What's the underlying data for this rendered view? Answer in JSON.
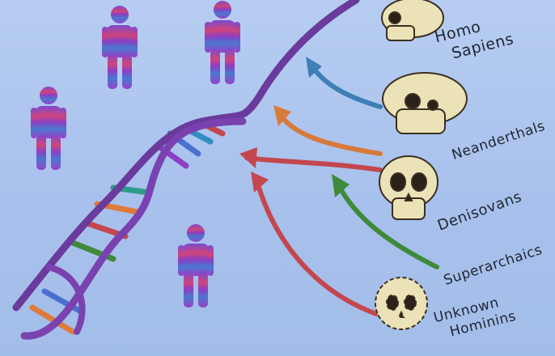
{
  "labels": {
    "homo_line1": "Homo",
    "homo_line2": "Sapiens",
    "neanderthals": "Neanderthals",
    "denisovans": "Denisovans",
    "superarchaics": "Superarchaics",
    "unknown_line1": "Unknown",
    "unknown_line2": "Hominins"
  },
  "colors": {
    "background": "#a9c3ec",
    "dna_strand": "#6a3a9c",
    "skull": "#ece2b8",
    "arrow_blue": "#3d7fb6",
    "arrow_orange": "#d87a3a",
    "arrow_green": "#3f8a3a",
    "arrow_red": "#c4474f",
    "figure_purple": "#8a3fc4"
  },
  "icons": [
    "human-figure-icon",
    "skull-icon",
    "dna-helix-icon",
    "arrow-icon"
  ]
}
